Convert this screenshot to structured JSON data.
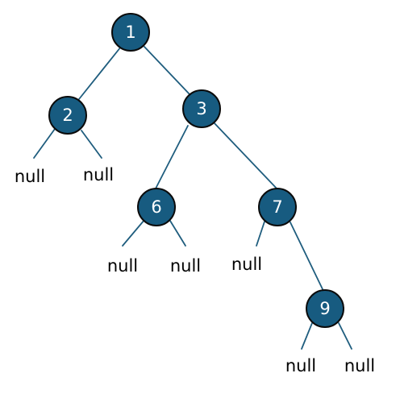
{
  "tree": {
    "colors": {
      "node_fill": "#175b80",
      "node_stroke": "#0b0b0b",
      "edge": "#1f5d7e",
      "node_text": "#ffffff",
      "null_text": "#000000"
    },
    "nodes": [
      {
        "id": "n1",
        "label": "1"
      },
      {
        "id": "n2",
        "label": "2"
      },
      {
        "id": "n3",
        "label": "3"
      },
      {
        "id": "n6",
        "label": "6"
      },
      {
        "id": "n7",
        "label": "7"
      },
      {
        "id": "n9",
        "label": "9"
      }
    ],
    "nulls": [
      {
        "id": "null-2-left",
        "label": "null"
      },
      {
        "id": "null-2-right",
        "label": "null"
      },
      {
        "id": "null-6-left",
        "label": "null"
      },
      {
        "id": "null-6-right",
        "label": "null"
      },
      {
        "id": "null-7-left",
        "label": "null"
      },
      {
        "id": "null-9-left",
        "label": "null"
      },
      {
        "id": "null-9-right",
        "label": "null"
      }
    ],
    "edges": [
      {
        "from": "n1",
        "to": "n2"
      },
      {
        "from": "n1",
        "to": "n3"
      },
      {
        "from": "n2",
        "to": "null-2-left"
      },
      {
        "from": "n2",
        "to": "null-2-right"
      },
      {
        "from": "n3",
        "to": "n6"
      },
      {
        "from": "n3",
        "to": "n7"
      },
      {
        "from": "n6",
        "to": "null-6-left"
      },
      {
        "from": "n6",
        "to": "null-6-right"
      },
      {
        "from": "n7",
        "to": "null-7-left"
      },
      {
        "from": "n7",
        "to": "n9"
      },
      {
        "from": "n9",
        "to": "null-9-left"
      },
      {
        "from": "n9",
        "to": "null-9-right"
      }
    ]
  }
}
